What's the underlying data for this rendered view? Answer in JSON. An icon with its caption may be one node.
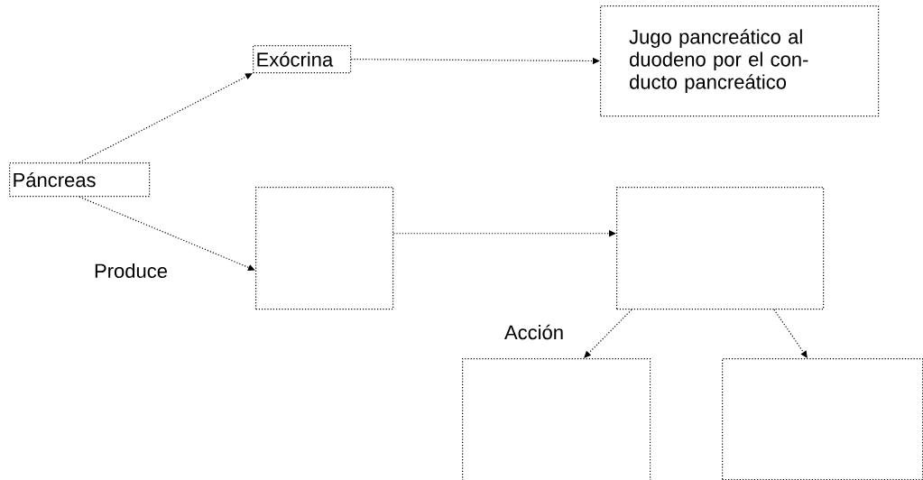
{
  "diagram": {
    "nodes": [
      {
        "text": [
          "Páncreas"
        ]
      },
      {
        "text": [
          "Exócrina"
        ]
      },
      {
        "text": [
          "Jugo pancreático al duodeno por el con- ducto pancreático"
        ]
      },
      {
        "text": [],
        "shape": "box"
      },
      {
        "text": [],
        "shape": "box"
      },
      {
        "text": [],
        "shape": "box"
      },
      {
        "text": [],
        "shape": "box"
      }
    ],
    "edges": [
      {
        "from": 0,
        "to": 1,
        "arrow": "to"
      },
      {
        "from": 1,
        "to": 2,
        "arrow": "to"
      },
      {
        "from": 0,
        "to": 3,
        "arrow": "to"
      },
      {
        "from": 3,
        "to": 4,
        "arrow": "to"
      },
      {
        "from": 4,
        "to": 5,
        "arrow": "to"
      },
      {
        "from": 4,
        "to": 6,
        "arrow": "to"
      }
    ],
    "labels": [
      "Produce",
      "Acción"
    ]
  }
}
